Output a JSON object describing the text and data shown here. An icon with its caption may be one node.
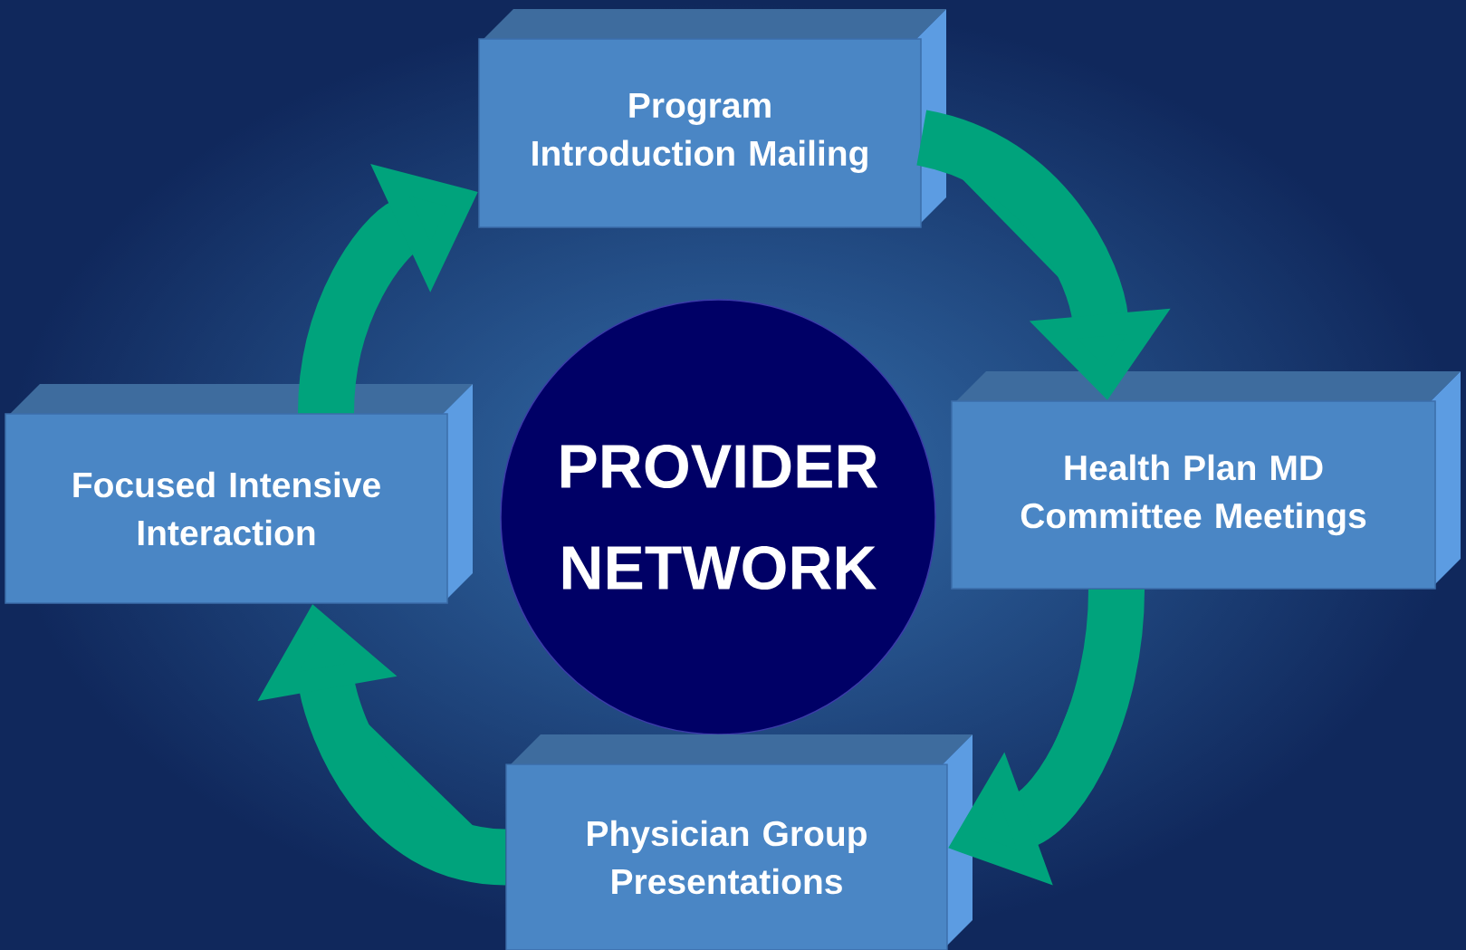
{
  "diagram": {
    "nodes": [
      {
        "text": [
          "Program Introduction Mailing"
        ]
      },
      {
        "text": [
          "Focused Intensive Interaction"
        ]
      },
      {
        "text": [
          "PROVIDER NETWORK"
        ]
      },
      {
        "text": [
          "Health Plan MD Committee Meetings"
        ]
      },
      {
        "text": [
          "Physician Group Presentations"
        ]
      }
    ],
    "edges": [
      {
        "from": 0,
        "to": 3,
        "arrow": "to"
      },
      {
        "from": 3,
        "to": 4,
        "arrow": "to"
      },
      {
        "from": 4,
        "to": 1,
        "arrow": "to"
      },
      {
        "from": 1,
        "to": 0,
        "arrow": "to"
      }
    ]
  }
}
